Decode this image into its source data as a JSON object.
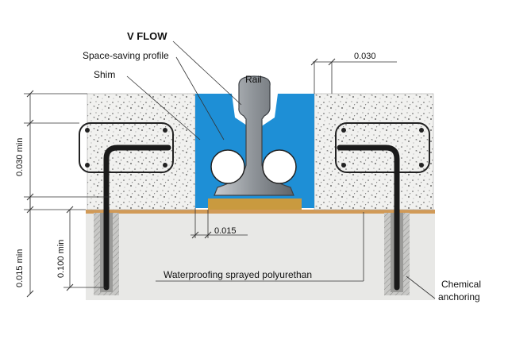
{
  "labels": {
    "title": "V FLOW",
    "space_saving_profile": "Space-saving profile",
    "shim": "Shim",
    "rail": "Rail",
    "waterproofing": "Waterproofing sprayed polyurethan",
    "chemical_anchoring_line1": "Chemical",
    "chemical_anchoring_line2": "anchoring"
  },
  "dimensions": {
    "top_right": "0.030",
    "left_0030_min": "0.030 min",
    "left_0100_min": "0.100 min",
    "left_0015_min": "0.015 min",
    "bottom_gap": "0.015"
  },
  "colors": {
    "profile_blue": "#1e8fd6",
    "shim_tan": "#c99a3f",
    "concrete": "#f1f1ef",
    "ground": "#e6e6e4",
    "waterproof_layer": "#d19a57",
    "rail": "#9ea3a8",
    "tube": "#ffffff"
  }
}
